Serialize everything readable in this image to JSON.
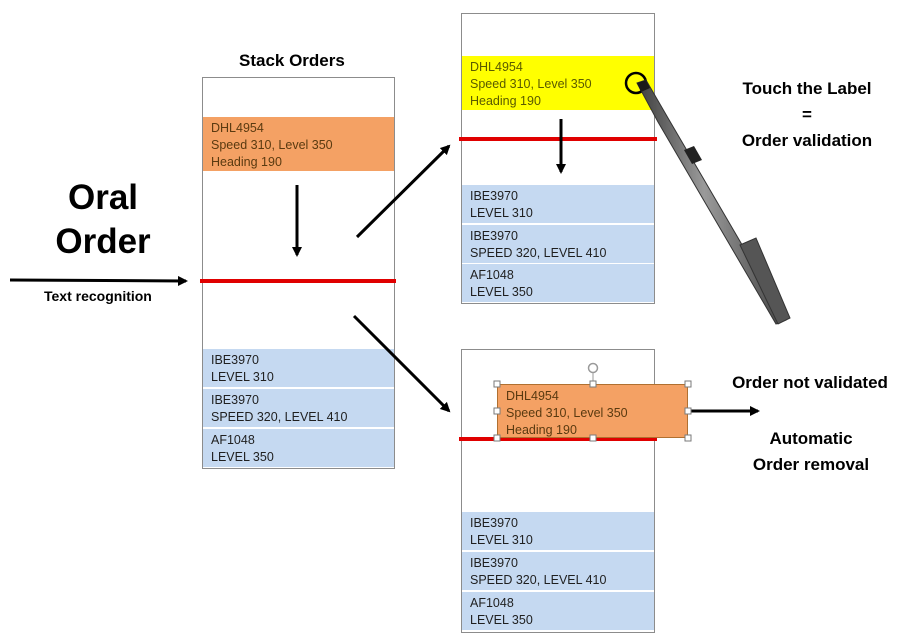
{
  "left": {
    "oral_line1": "Oral",
    "oral_line2": "Order",
    "text_recognition": "Text recognition"
  },
  "stack_title": "Stack Orders",
  "pending_label": {
    "callsign": "DHL4954",
    "line2": "Speed 310, Level 350",
    "line3": "Heading 190"
  },
  "queue": [
    {
      "callsign": "IBE3970",
      "instruction": "LEVEL 310"
    },
    {
      "callsign": "IBE3970",
      "instruction": "SPEED 320, LEVEL 410"
    },
    {
      "callsign": "AF1048",
      "instruction": "LEVEL 350"
    }
  ],
  "validation": {
    "line1": "Touch the Label",
    "line2": "=",
    "line3": "Order validation"
  },
  "not_validated": {
    "line1": "Order not validated",
    "line2": "Automatic",
    "line3": "Order removal"
  },
  "colors": {
    "pending": "#f4a164",
    "validated": "#ffff00",
    "queue": "#c5d9f1",
    "stack_line": "#e00000"
  }
}
